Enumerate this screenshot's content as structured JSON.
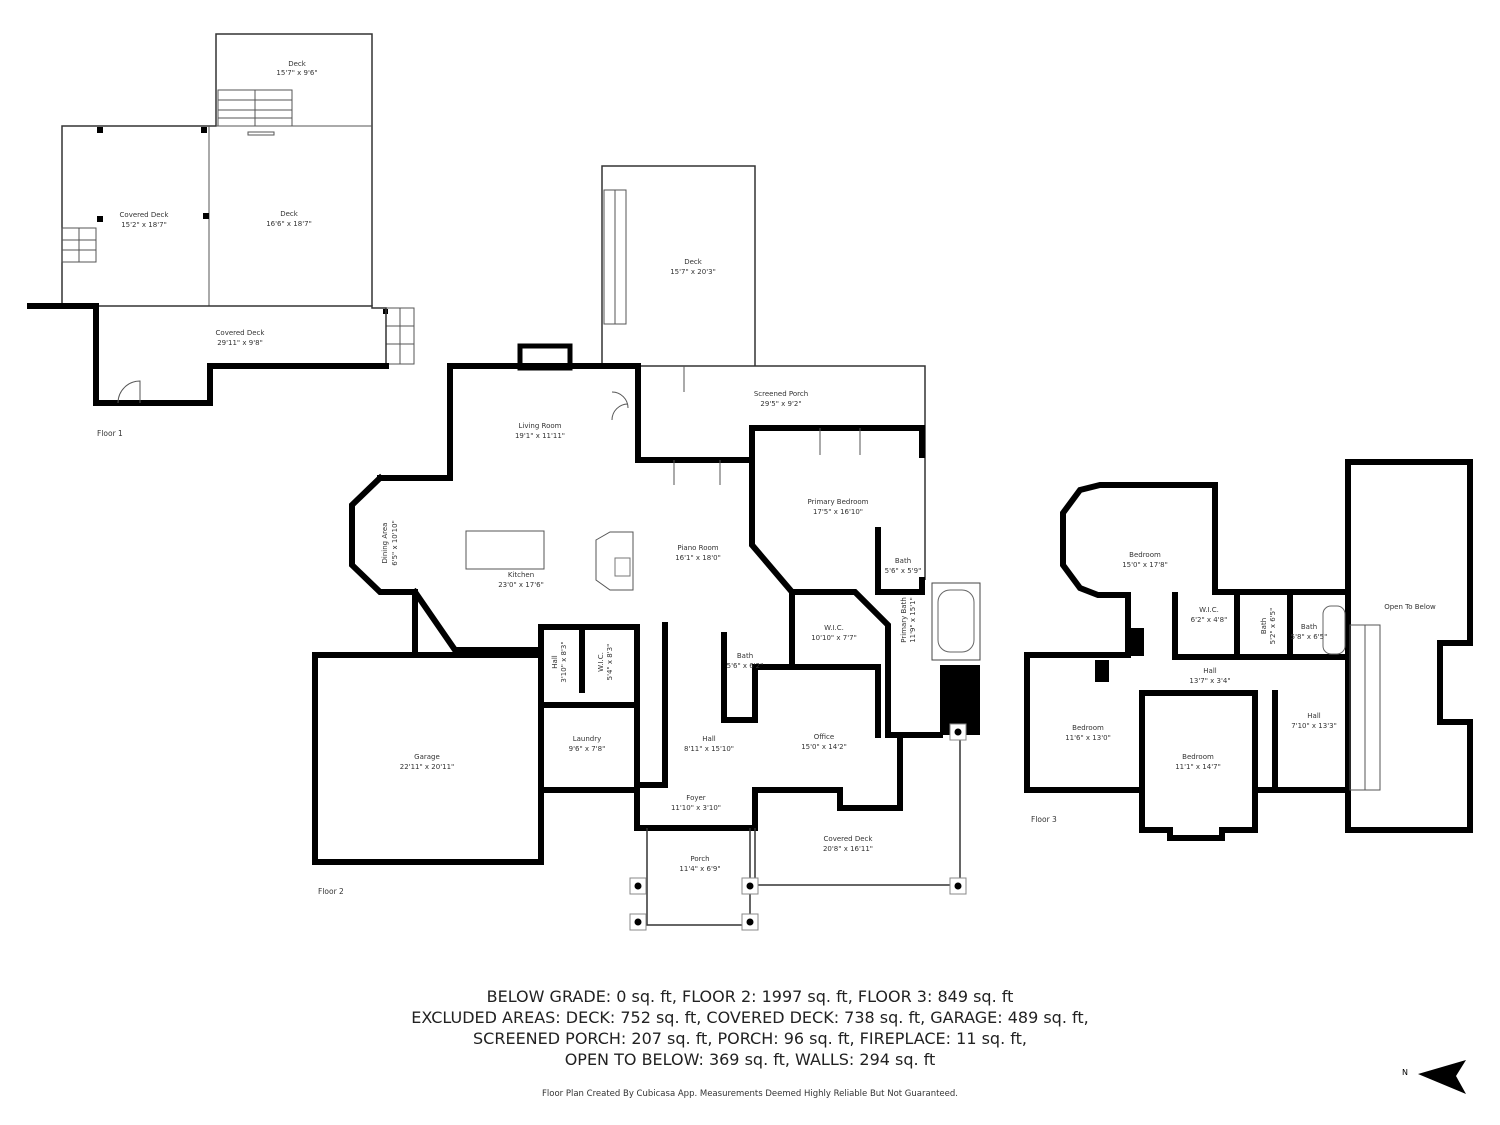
{
  "floor1": {
    "label": "Floor 1",
    "rooms": [
      {
        "name": "Deck",
        "dims": "15'7\" x 9'6\""
      },
      {
        "name": "Covered Deck",
        "dims": "15'2\" x 18'7\""
      },
      {
        "name": "Deck",
        "dims": "16'6\" x 18'7\""
      },
      {
        "name": "Covered Deck",
        "dims": "29'11\" x 9'8\""
      }
    ]
  },
  "floor2": {
    "label": "Floor 2",
    "rooms": [
      {
        "name": "Living Room",
        "dims": "19'1\" x 11'11\""
      },
      {
        "name": "Screened Porch",
        "dims": "29'5\" x 9'2\""
      },
      {
        "name": "Deck",
        "dims": "15'7\" x 20'3\""
      },
      {
        "name": "Primary Bedroom",
        "dims": "17'5\" x 16'10\""
      },
      {
        "name": "Dining Area",
        "dims": "6'5\" x 10'10\""
      },
      {
        "name": "Kitchen",
        "dims": "23'0\" x 17'6\""
      },
      {
        "name": "Piano Room",
        "dims": "16'1\" x 18'0\""
      },
      {
        "name": "Bath",
        "dims": "5'6\" x 5'9\""
      },
      {
        "name": "Primary Bath",
        "dims": "11'9\" x 15'1\""
      },
      {
        "name": "W.I.C.",
        "dims": "10'10\" x 7'7\""
      },
      {
        "name": "Bath",
        "dims": "5'6\" x 6'2\""
      },
      {
        "name": "Hall",
        "dims": "3'10\" x 8'3\""
      },
      {
        "name": "W.I.C.",
        "dims": "5'4\" x 8'3\""
      },
      {
        "name": "Garage",
        "dims": "22'11\" x 20'11\""
      },
      {
        "name": "Laundry",
        "dims": "9'6\" x 7'8\""
      },
      {
        "name": "Hall",
        "dims": "8'11\" x 15'10\""
      },
      {
        "name": "Office",
        "dims": "15'0\" x 14'2\""
      },
      {
        "name": "Foyer",
        "dims": "11'10\" x 3'10\""
      },
      {
        "name": "Covered Deck",
        "dims": "20'8\" x 16'11\""
      },
      {
        "name": "Porch",
        "dims": "11'4\" x 6'9\""
      }
    ]
  },
  "floor3": {
    "label": "Floor 3",
    "rooms": [
      {
        "name": "Bedroom",
        "dims": "15'0\" x 17'8\""
      },
      {
        "name": "W.I.C.",
        "dims": "6'2\" x 4'8\""
      },
      {
        "name": "Bath",
        "dims": "5'2\" x 6'5\""
      },
      {
        "name": "Bath",
        "dims": "5'8\" x 6'5\""
      },
      {
        "name": "Open To Below",
        "dims": ""
      },
      {
        "name": "Hall",
        "dims": "13'7\" x 3'4\""
      },
      {
        "name": "Bedroom",
        "dims": "11'6\" x 13'0\""
      },
      {
        "name": "Bedroom",
        "dims": "11'1\" x 14'7\""
      },
      {
        "name": "Hall",
        "dims": "7'10\" x 13'3\""
      }
    ]
  },
  "summary": {
    "lines": [
      "BELOW GRADE: 0 sq. ft, FLOOR 2: 1997 sq. ft, FLOOR 3: 849 sq. ft",
      "EXCLUDED AREAS: DECK: 752 sq. ft, COVERED DECK: 738 sq. ft, GARAGE: 489 sq. ft,",
      "SCREENED PORCH: 207 sq. ft, PORCH: 96 sq. ft, FIREPLACE: 11 sq. ft,",
      "OPEN TO BELOW: 369 sq. ft, WALLS: 294 sq. ft"
    ]
  },
  "footer": "Floor Plan Created By Cubicasa App. Measurements Deemed Highly Reliable But Not Guaranteed.",
  "compass": {
    "label": "N",
    "icon": "north-arrow-icon"
  }
}
